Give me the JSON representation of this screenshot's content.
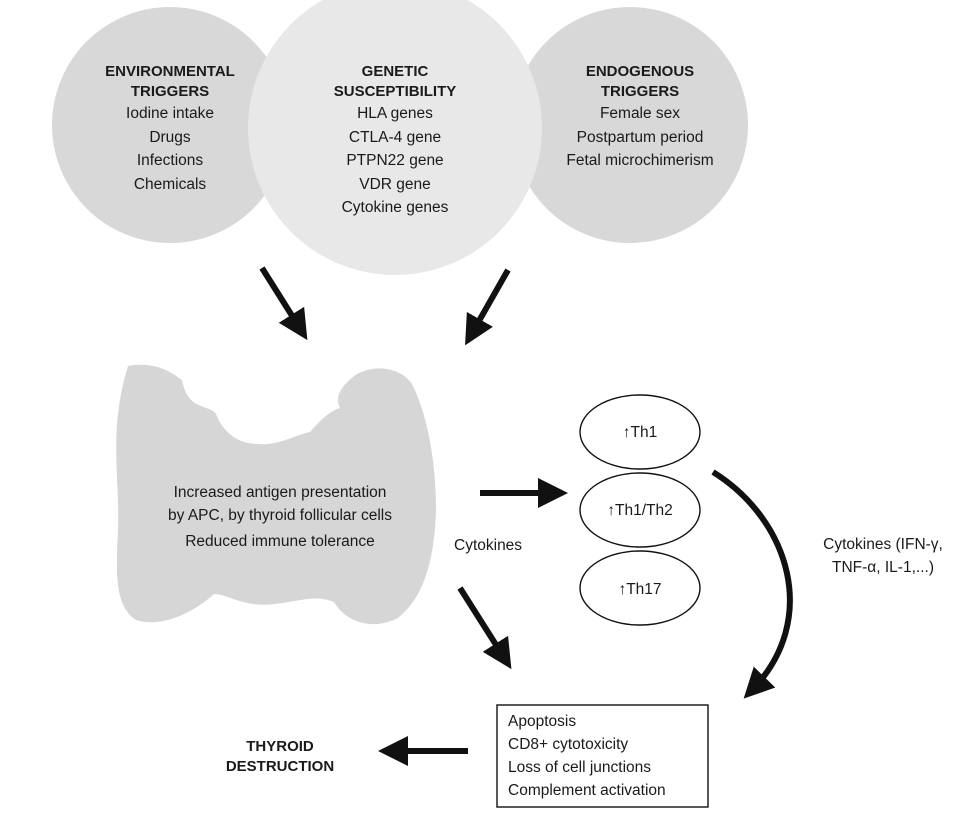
{
  "circles": [
    {
      "title_lines": [
        "ENVIRONMENTAL",
        "TRIGGERS"
      ],
      "items": [
        "Iodine intake",
        "Drugs",
        "Infections",
        "Chemicals"
      ]
    },
    {
      "title_lines": [
        "GENETIC",
        "SUSCEPTIBILITY"
      ],
      "items": [
        "HLA genes",
        "CTLA-4 gene",
        "PTPN22 gene",
        "VDR gene",
        "Cytokine genes"
      ]
    },
    {
      "title_lines": [
        "ENDOGENOUS",
        "TRIGGERS"
      ],
      "items": [
        "Female sex",
        "Postpartum period",
        "Fetal microchimerism"
      ]
    }
  ],
  "thyroid": {
    "lines": [
      "Increased antigen presentation",
      "by APC, by thyroid follicular cells",
      "Reduced immune tolerance"
    ]
  },
  "cytokines_label": "Cytokines",
  "th_cells": [
    "↑Th1",
    "↑Th1/Th2",
    "↑Th17"
  ],
  "cytokines_right": [
    "Cytokines (IFN-γ,",
    "TNF-α, IL-1,...)"
  ],
  "effects": [
    "Apoptosis",
    "CD8+ cytotoxicity",
    "Loss of cell junctions",
    "Complement activation"
  ],
  "outcome_lines": [
    "THYROID",
    "DESTRUCTION"
  ],
  "colors": {
    "circle_fill": "#d9d9d9",
    "circle_front": "#e9e9e9",
    "thyroid_fill": "#d6d6d6",
    "stroke": "#111111"
  }
}
